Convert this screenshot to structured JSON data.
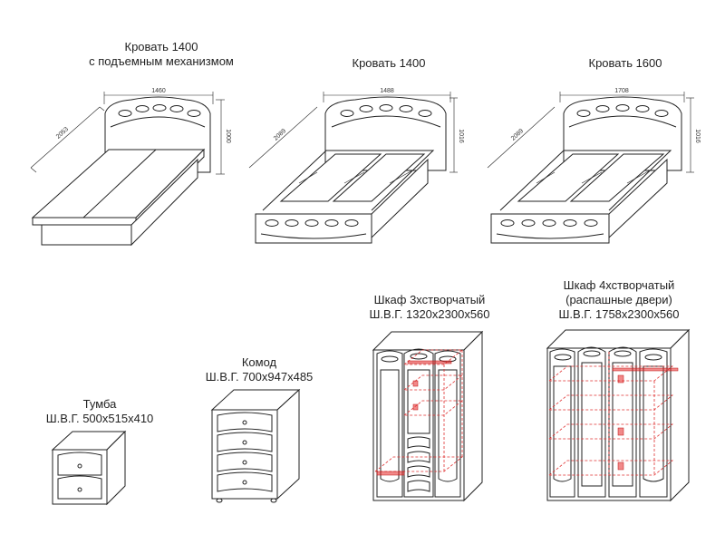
{
  "captions": {
    "bed1": [
      "Кровать 1400",
      "с подъемным механизмом"
    ],
    "bed2": "Кровать 1400",
    "bed3": "Кровать 1600",
    "tumba": [
      "Тумба",
      "Ш.В.Г. 500х515х410"
    ],
    "komod": [
      "Комод",
      "Ш.В.Г. 700х947х485"
    ],
    "shkaf3": [
      "Шкаф 3хстворчатый",
      "Ш.В.Г. 1320х2300х560"
    ],
    "shkaf4": [
      "Шкаф 4хстворчатый",
      "(распашные двери)",
      "Ш.В.Г. 1758х2300х560"
    ]
  },
  "dimensions": {
    "bed1": {
      "width": "1460",
      "length": "2053",
      "height": "1000"
    },
    "bed2": {
      "width": "1488",
      "length": "2089",
      "height": "1016"
    },
    "bed3": {
      "width": "1708",
      "length": "2089",
      "height": "1016"
    }
  },
  "colors": {
    "line": "#222222",
    "highlight": "#e03030"
  }
}
